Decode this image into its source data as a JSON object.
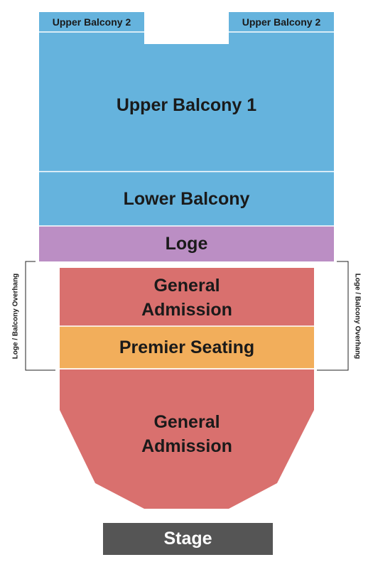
{
  "sections": {
    "upper_balcony_2_left": "Upper Balcony 2",
    "upper_balcony_2_right": "Upper Balcony 2",
    "upper_balcony_1": "Upper Balcony 1",
    "lower_balcony": "Lower Balcony",
    "loge": "Loge",
    "general_admission_top": "General Admission",
    "premier_seating": "Premier Seating",
    "general_admission_bottom": "General Admission",
    "stage": "Stage"
  },
  "overhang": {
    "left_label": "Loge / Balcony Overhang",
    "right_label": "Loge / Balcony Overhang"
  },
  "colors": {
    "balcony": "#65b3dd",
    "loge": "#bb8ec4",
    "general_admission": "#d9706e",
    "premier_seating": "#f2ae5b",
    "stage": "#555555"
  }
}
